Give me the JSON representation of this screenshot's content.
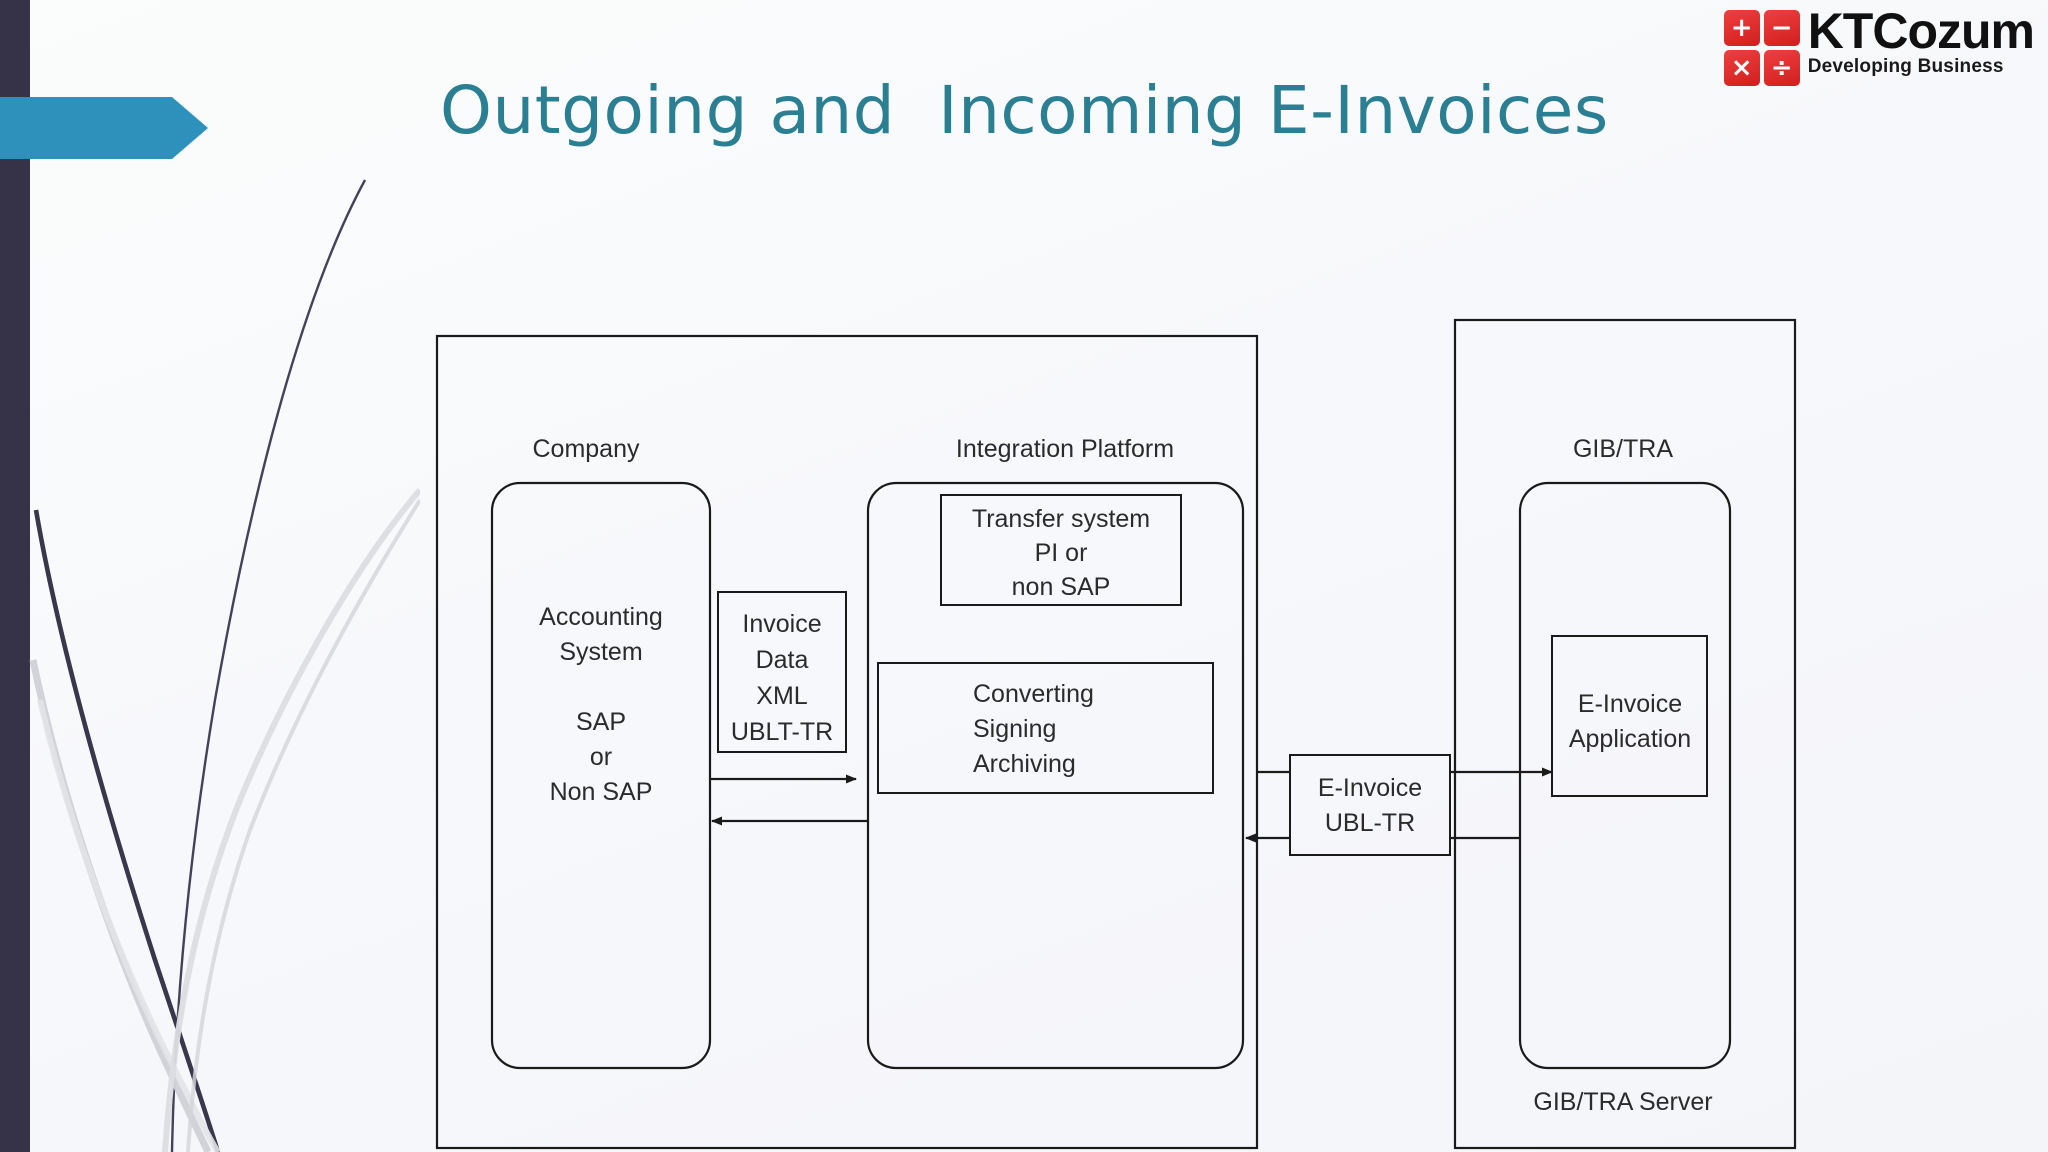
{
  "slide": {
    "title": "Outgoing and  Incoming E-Invoices",
    "accent_color": "#2b7f92",
    "banner_color": "#2e91bb",
    "left_bar_color": "#363348"
  },
  "logo": {
    "name": "KTCozum",
    "tagline": "Developing Business",
    "keys": [
      "+",
      "−",
      "×",
      "÷"
    ],
    "key_color": "#e03030"
  },
  "diagram": {
    "left_panel": {
      "company_label": "Company",
      "integration_label": "Integration Platform",
      "accounting_box": {
        "line1": "Accounting",
        "line2": "System",
        "line3": "SAP",
        "line4": "or",
        "line5": "Non SAP"
      },
      "invoice_data_box": {
        "line1": "Invoice",
        "line2": "Data",
        "line3": "XML",
        "line4": "UBLT-TR"
      },
      "transfer_box": {
        "line1": "Transfer system",
        "line2": "PI or",
        "line3": "non SAP"
      },
      "converting_box": {
        "line1": "Converting",
        "line2": "Signing",
        "line3": "Archiving"
      }
    },
    "middle": {
      "einvoice_box": {
        "line1": "E-Invoice",
        "line2": "UBL-TR"
      }
    },
    "right_panel": {
      "gib_label": "GIB/TRA",
      "server_label": "GIB/TRA Server",
      "application_box": {
        "line1": "E-Invoice",
        "line2": "Application"
      }
    }
  }
}
